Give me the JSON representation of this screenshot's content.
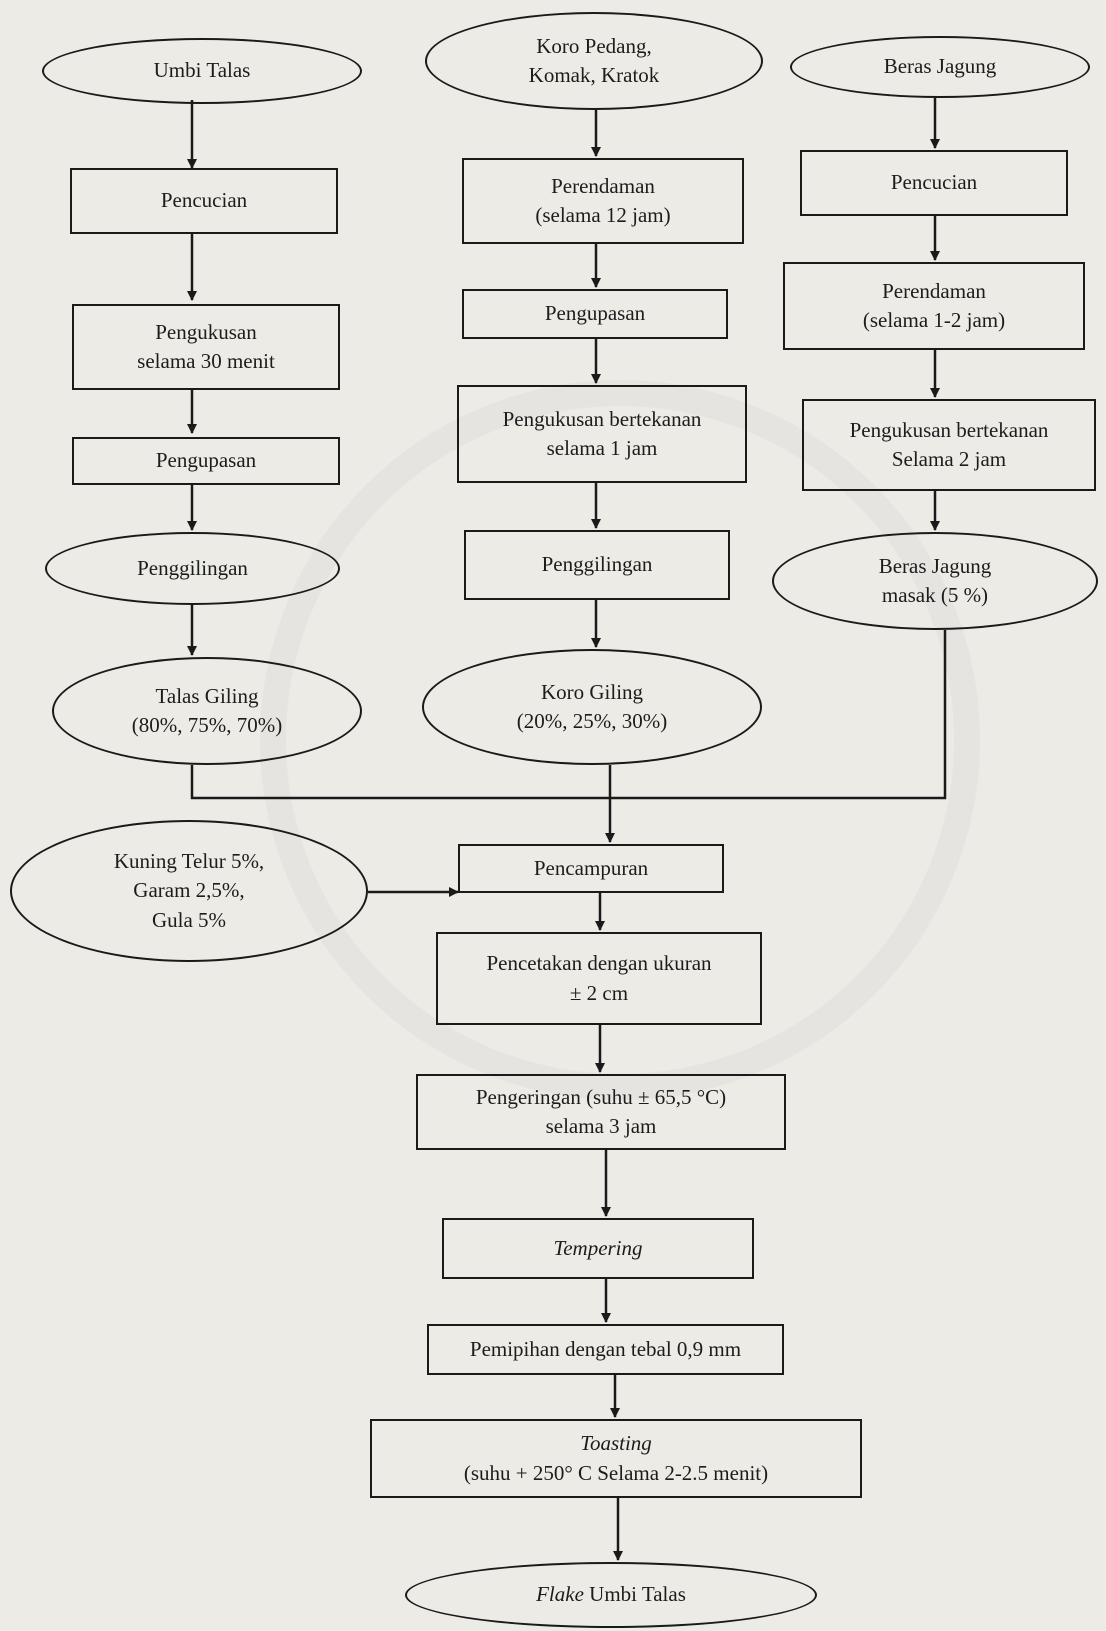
{
  "nodes": {
    "umbi_talas": "Umbi Talas",
    "koro": "Koro Pedang,\nKomak, Kratok",
    "beras_jagung": "Beras Jagung",
    "pencucian_1": "Pencucian",
    "pengukusan_1": "Pengukusan\nselama 30 menit",
    "pengupasan_1": "Pengupasan",
    "penggilingan_1": "Penggilingan",
    "talas_giling": "Talas Giling\n(80%, 75%, 70%)",
    "perendaman_2": "Perendaman\n(selama 12 jam)",
    "pengupasan_2": "Pengupasan",
    "pengukusan_2": "Pengukusan bertekanan\nselama 1 jam",
    "penggilingan_2": "Penggilingan",
    "koro_giling": "Koro Giling\n(20%, 25%, 30%)",
    "pencucian_3": "Pencucian",
    "perendaman_3": "Perendaman\n(selama 1-2 jam)",
    "pengukusan_3": "Pengukusan bertekanan\nSelama 2 jam",
    "beras_masak": "Beras Jagung\nmasak (5 %)",
    "kuning_telur": "Kuning Telur 5%,\nGaram 2,5%,\nGula 5%",
    "pencampuran": "Pencampuran",
    "pencetakan": "Pencetakan dengan ukuran\n± 2 cm",
    "pengeringan": "Pengeringan (suhu ± 65,5 °C)\nselama 3 jam",
    "tempering": "Tempering",
    "pemipihan": "Pemipihan dengan tebal 0,9 mm",
    "toasting_title": "Toasting",
    "toasting_detail": "(suhu + 250° C Selama 2-2.5 menit)",
    "flake_italic": "Flake",
    "flake_rest": " Umbi Talas"
  }
}
